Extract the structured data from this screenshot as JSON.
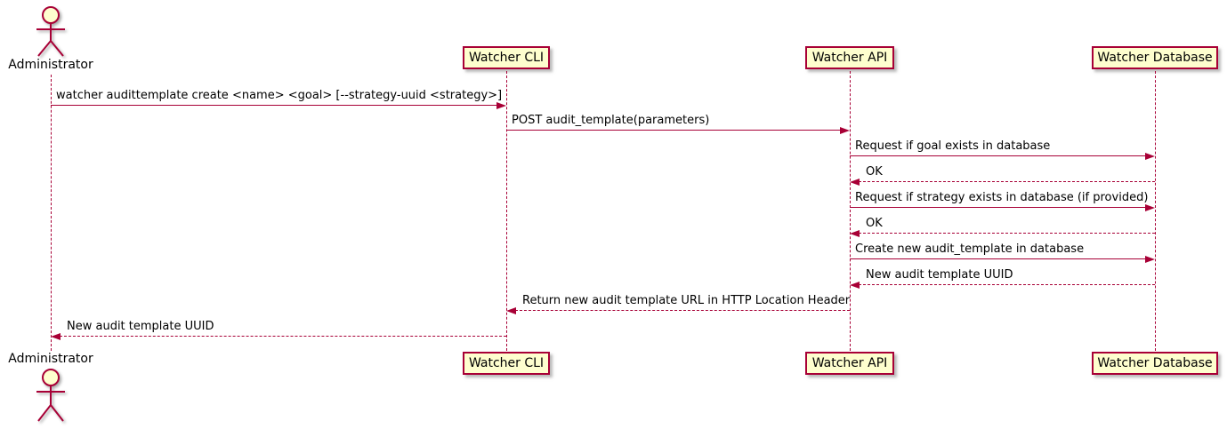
{
  "diagram": {
    "type": "sequence-diagram",
    "colors": {
      "line": "#A80036",
      "box_fill": "#FEFECE",
      "box_border": "#A80036",
      "text": "#000000",
      "background": "#FFFFFF"
    },
    "participants": [
      {
        "id": "administrator",
        "label": "Administrator",
        "kind": "actor"
      },
      {
        "id": "watcher-cli",
        "label": "Watcher CLI",
        "kind": "participant"
      },
      {
        "id": "watcher-api",
        "label": "Watcher API",
        "kind": "participant"
      },
      {
        "id": "watcher-db",
        "label": "Watcher Database",
        "kind": "participant"
      }
    ],
    "messages": [
      {
        "from": "administrator",
        "to": "watcher-cli",
        "line": "solid",
        "text": "watcher audittemplate create <name> <goal> [--strategy-uuid <strategy>]"
      },
      {
        "from": "watcher-cli",
        "to": "watcher-api",
        "line": "solid",
        "text": "POST audit_template(parameters)"
      },
      {
        "from": "watcher-api",
        "to": "watcher-db",
        "line": "solid",
        "text": "Request if goal exists in database"
      },
      {
        "from": "watcher-db",
        "to": "watcher-api",
        "line": "dashed",
        "text": "OK"
      },
      {
        "from": "watcher-api",
        "to": "watcher-db",
        "line": "solid",
        "text": "Request if strategy exists in database (if provided)"
      },
      {
        "from": "watcher-db",
        "to": "watcher-api",
        "line": "dashed",
        "text": "OK"
      },
      {
        "from": "watcher-api",
        "to": "watcher-db",
        "line": "solid",
        "text": "Create new audit_template in database"
      },
      {
        "from": "watcher-db",
        "to": "watcher-api",
        "line": "dashed",
        "text": "New audit template UUID"
      },
      {
        "from": "watcher-api",
        "to": "watcher-cli",
        "line": "dashed",
        "text": "Return new audit template URL in HTTP Location Header"
      },
      {
        "from": "watcher-cli",
        "to": "administrator",
        "line": "dashed",
        "text": "New audit template UUID"
      }
    ]
  }
}
